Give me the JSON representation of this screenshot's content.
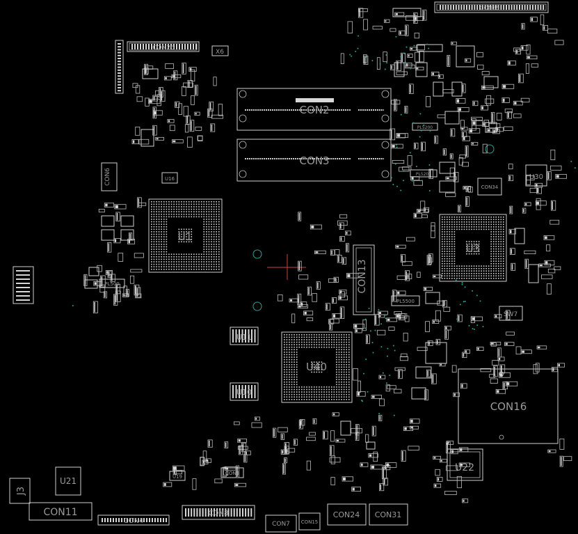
{
  "labels": {
    "con2": "CON2",
    "con3": "CON3",
    "con16": "CON16",
    "con13": "CON13",
    "con11": "CON11",
    "con24": "CON24",
    "con31": "CON31",
    "con4": "CON4",
    "con6": "CON6",
    "con7": "CON7",
    "con8": "CON8",
    "con9": "CON9",
    "con15": "CON15",
    "con25": "CON25",
    "con26": "CON26",
    "con34": "CON34",
    "u3": "U3",
    "u1": "U1",
    "u40": "U40",
    "u22": "U22",
    "u21": "U21",
    "u30": "U30",
    "u10": "U10",
    "u11": "U11",
    "u16": "U16",
    "u19": "U19",
    "j3": "J3",
    "sw7": "SW7",
    "x6": "X6",
    "pl500": "PL500",
    "pl5500": "PL5500",
    "pl5200": "PL5200",
    "pl5201": "PL5201"
  },
  "colors": {
    "background": "#000000",
    "silkscreen": "#cfcfcf",
    "label": "#9a9a9a",
    "via": "#2aa198",
    "marker": "#d04040"
  }
}
